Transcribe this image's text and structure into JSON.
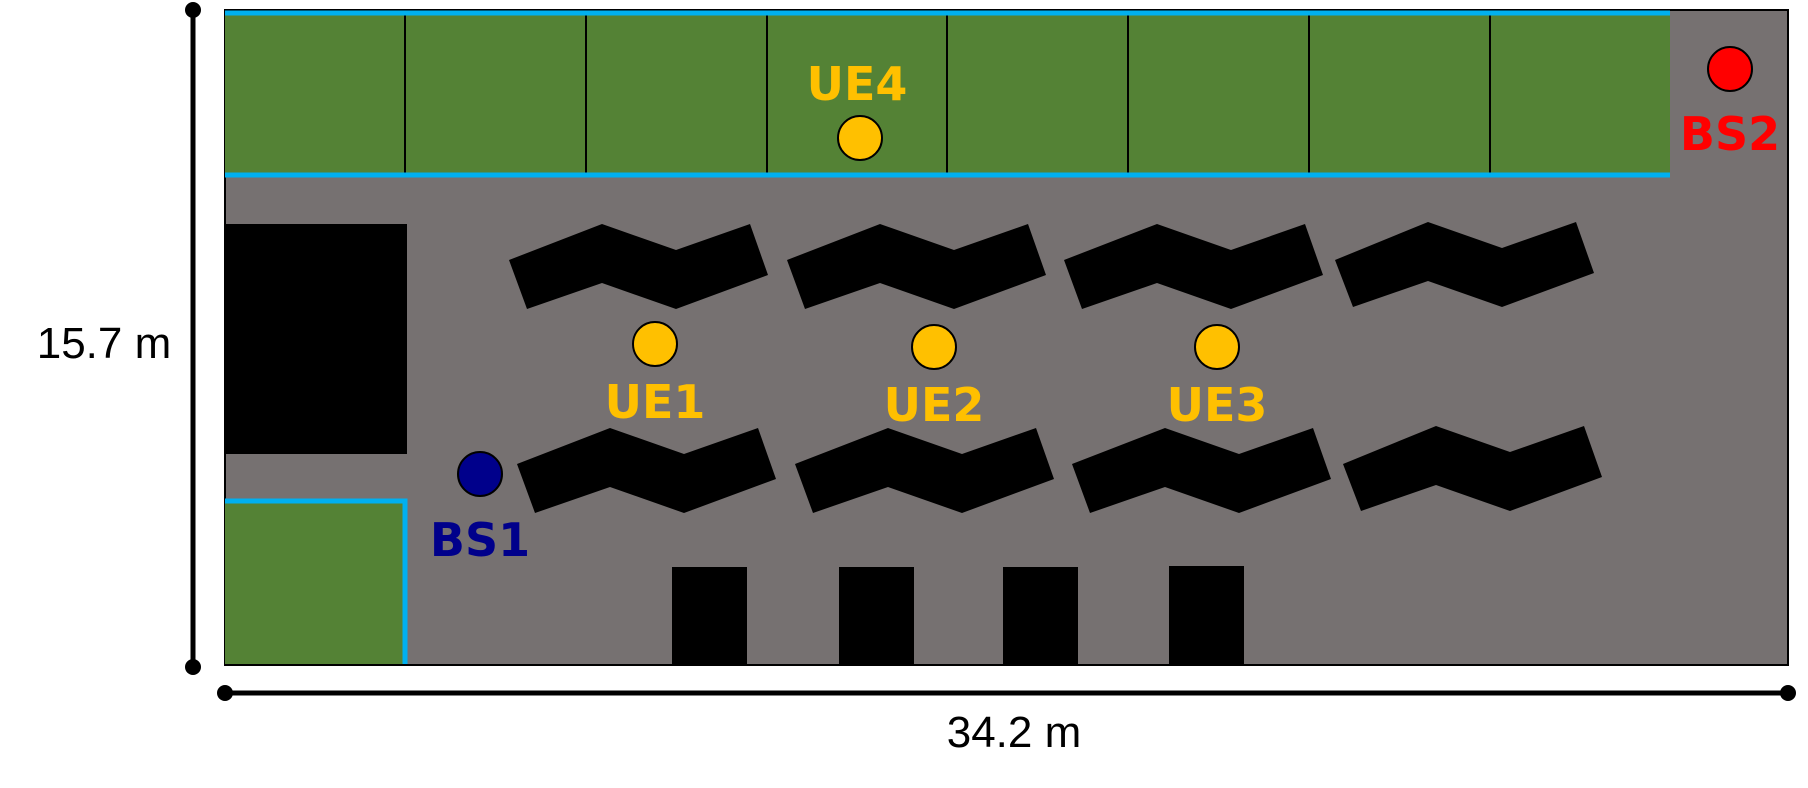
{
  "dimensions": {
    "height_label": "15.7 m",
    "width_label": "34.2 m"
  },
  "base_stations": [
    {
      "id": "bs1",
      "label": "BS1",
      "color": "#00008b"
    },
    {
      "id": "bs2",
      "label": "BS2",
      "color": "#ff0000"
    }
  ],
  "user_equipment": [
    {
      "id": "ue1",
      "label": "UE1",
      "color": "#ffc000"
    },
    {
      "id": "ue2",
      "label": "UE2",
      "color": "#ffc000"
    },
    {
      "id": "ue3",
      "label": "UE3",
      "color": "#ffc000"
    },
    {
      "id": "ue4",
      "label": "UE4",
      "color": "#ffc000"
    }
  ],
  "colors": {
    "floor": "#767171",
    "room": "#548235",
    "wall": "#00b0f0",
    "obstacle": "#000000"
  }
}
